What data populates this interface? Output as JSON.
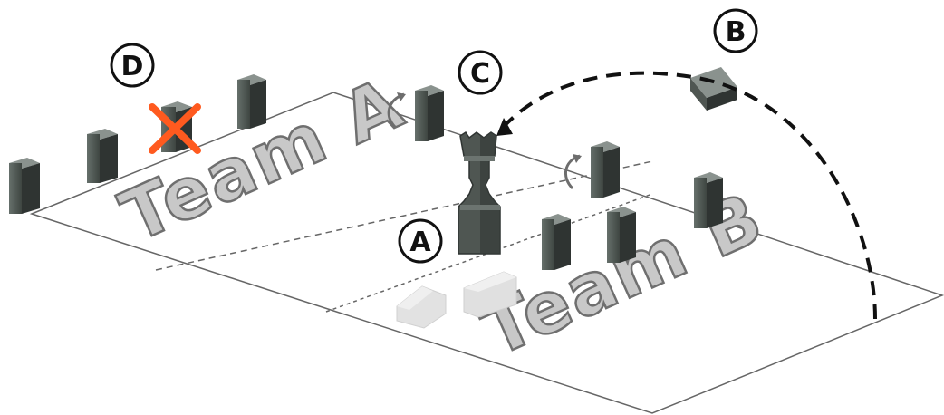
{
  "labels": {
    "A": "A",
    "B": "B",
    "C": "C",
    "D": "D"
  },
  "teams": {
    "team_a": "Team A",
    "team_b": "Team B"
  },
  "colors": {
    "piece_front": "#4f5652",
    "piece_side": "#2f3432",
    "piece_top": "#8a928e",
    "ghost_piece": "#e2e2e2",
    "cross": "#ff5a1f",
    "board_line": "#666666",
    "team_text_fill": "#c8c8c8"
  },
  "icons": {
    "remove_marker": "red-x-icon",
    "rotate_marker": "curved-arrow-icon"
  }
}
